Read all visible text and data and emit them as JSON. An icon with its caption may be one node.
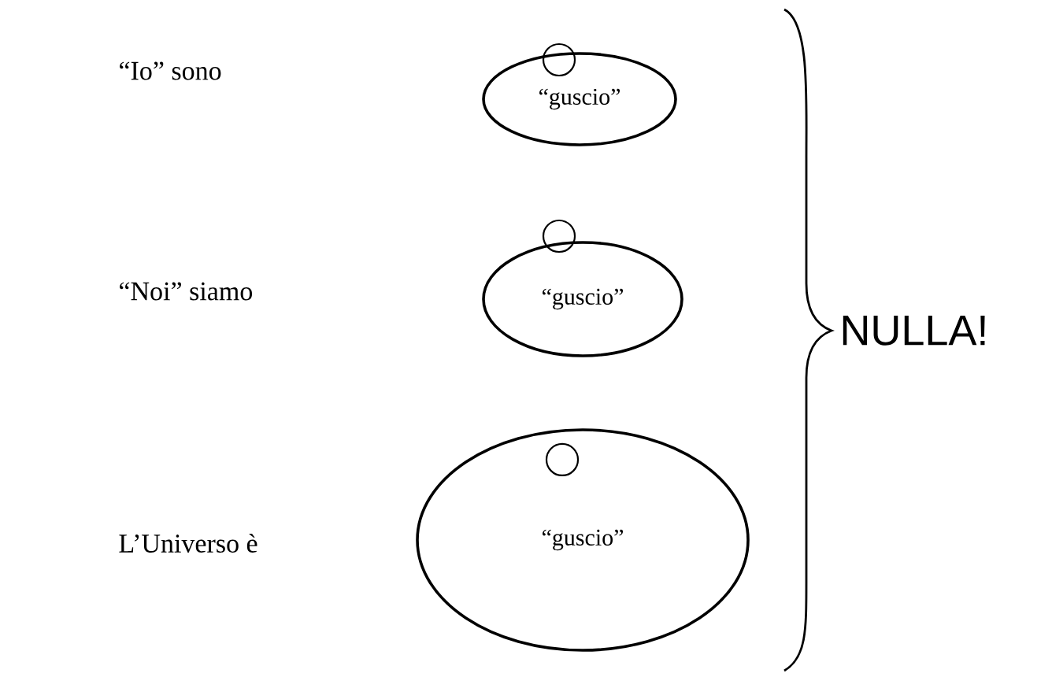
{
  "diagram": {
    "nodes": [
      {
        "text": [
          "“guscio”"
        ]
      },
      {
        "text": [
          "“guscio”"
        ]
      },
      {
        "text": [
          "“guscio”"
        ]
      }
    ],
    "labels": [
      "“Io”  sono",
      "“Noi”  siamo",
      "L’Universo  è",
      "NULLA!"
    ]
  }
}
